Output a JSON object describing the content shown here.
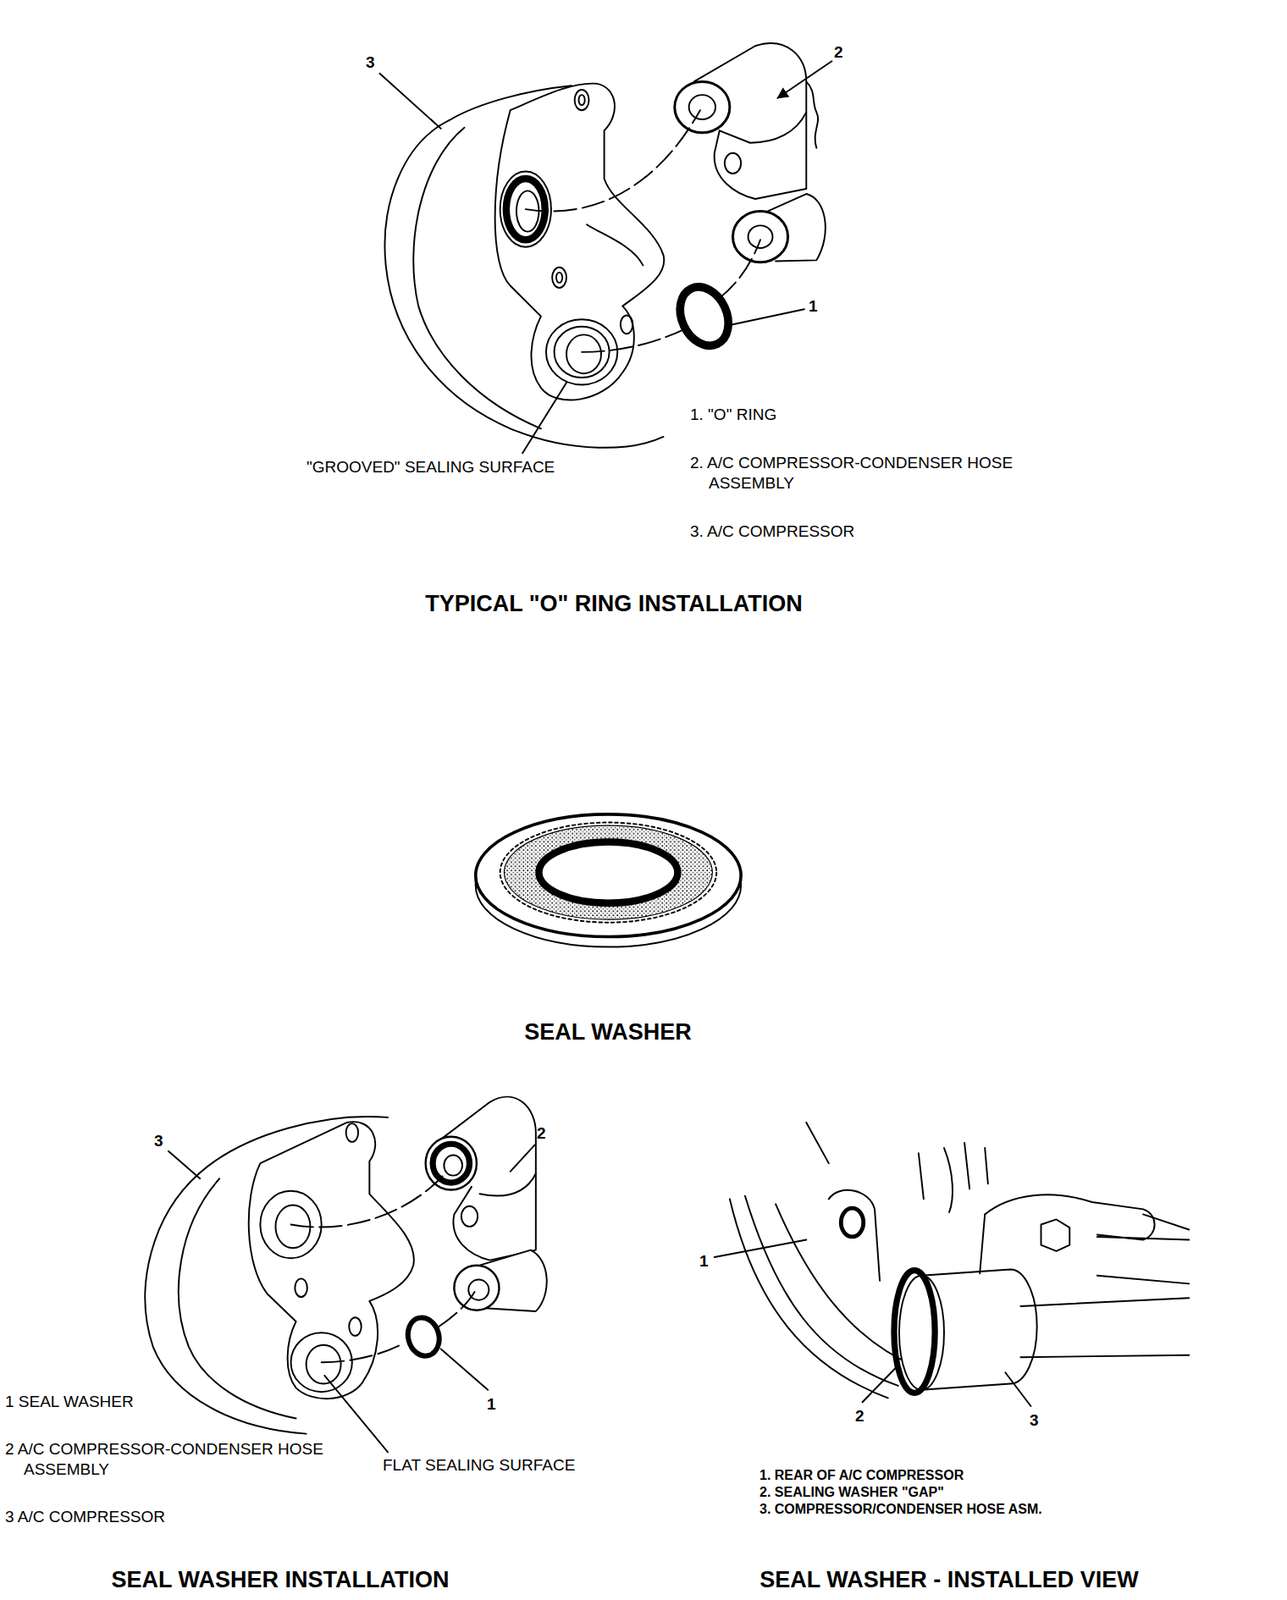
{
  "diagram": {
    "labels": [
      "3",
      "2",
      "1",
      "\"GROOVED\" SEALING SURFACE",
      "1. \"O\" RING",
      "2. A/C COMPRESSOR-CONDENSER HOSE ASSEMBLY",
      "3. A/C COMPRESSOR",
      "TYPICAL \"O\" RING INSTALLATION",
      "SEAL WASHER",
      "3",
      "2",
      "1",
      "1 SEAL WASHER",
      "2 A/C COMPRESSOR-CONDENSER HOSE ASSEMBLY",
      "3 A/C COMPRESSOR",
      "FLAT SEALING SURFACE",
      "SEAL WASHER INSTALLATION",
      "1",
      "2",
      "3",
      "1. REAR OF A/C COMPRESSOR",
      "2. SEALING WASHER \"GAP\"",
      "3. COMPRESSOR/CONDENSER HOSE ASM.",
      "SEAL WASHER - INSTALLED VIEW"
    ]
  }
}
